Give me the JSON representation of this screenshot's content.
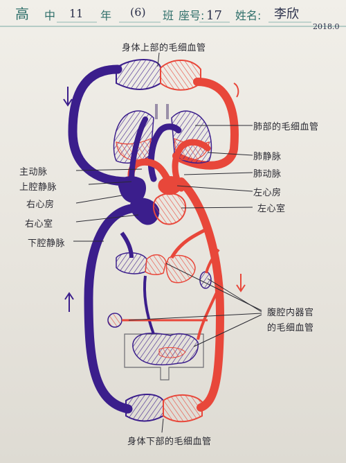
{
  "header": {
    "field_school": "高",
    "field_grade": "中",
    "grade_value": "11",
    "field_year": "年",
    "class_value": "(6)",
    "field_class": "班",
    "field_seat": "座号:",
    "seat_value": "17",
    "field_name": "姓名:",
    "name_value": "李欣",
    "date_value": "2018.0"
  },
  "labels": {
    "upper_capillaries": "身体上部的毛细血管",
    "lung_capillaries": "肺部的毛细血管",
    "pulmonary_vein": "肺静脉",
    "aorta": "主动脉",
    "pulmonary_artery": "肺动脉",
    "superior_vena_cava": "上腔静脉",
    "left_atrium": "左心房",
    "right_atrium": "右心房",
    "left_ventricle": "左心室",
    "right_ventricle": "右心室",
    "inferior_vena_cava": "下腔静脉",
    "abdominal_capillaries_line1": "腹腔内器官",
    "abdominal_capillaries_line2": "的毛细血管",
    "lower_capillaries": "身体下部的毛细血管"
  },
  "colors": {
    "venous": "#3b1e8c",
    "arterial": "#e8473a",
    "ink": "#2a2a32",
    "header_ink": "#2f6f6a",
    "rule": "#8fb8b2"
  }
}
